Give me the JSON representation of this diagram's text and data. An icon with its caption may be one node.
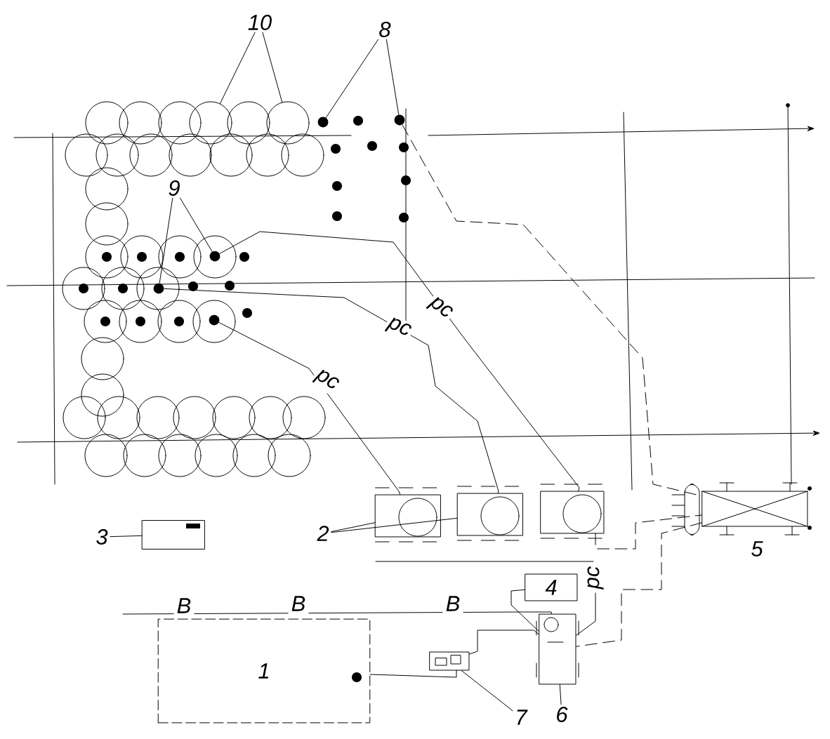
{
  "diagram": {
    "nodes": [
      {
        "text": [
          "10"
        ]
      },
      {
        "text": [],
        "shape": "circle"
      },
      {
        "text": [],
        "shape": "circle"
      },
      {
        "text": [
          "8"
        ]
      },
      {
        "text": [],
        "shape": "circle"
      },
      {
        "text": [],
        "shape": "circle"
      },
      {
        "text": [
          "9"
        ]
      },
      {
        "text": [],
        "shape": "circle"
      },
      {
        "text": [],
        "shape": "circle"
      },
      {
        "text": [],
        "shape": "circle"
      },
      {
        "text": [
          "2"
        ]
      },
      {
        "text": [],
        "shape": "box"
      },
      {
        "text": [],
        "shape": "box"
      },
      {
        "text": [],
        "shape": "box"
      },
      {
        "text": [
          "3"
        ]
      },
      {
        "text": [],
        "shape": "box"
      },
      {
        "text": [],
        "shape": "box",
        "beside": [
          "5"
        ]
      },
      {
        "text": [
          "4"
        ]
      },
      {
        "text": [
          "1"
        ]
      },
      {
        "text": [],
        "shape": "box"
      },
      {
        "text": [
          "6"
        ]
      },
      {
        "text": [],
        "shape": "box"
      },
      {
        "text": [
          "7"
        ]
      }
    ],
    "edges": [
      {
        "from": 0,
        "to": 1,
        "arrow": "none"
      },
      {
        "from": 0,
        "to": 2,
        "arrow": "none"
      },
      {
        "from": 3,
        "to": 4,
        "arrow": "none"
      },
      {
        "from": 3,
        "to": 5,
        "arrow": "none"
      },
      {
        "from": 6,
        "to": 7,
        "arrow": "none"
      },
      {
        "from": 6,
        "to": 8,
        "arrow": "none"
      },
      {
        "from": 10,
        "to": 11,
        "arrow": "none"
      },
      {
        "from": 10,
        "to": 12,
        "arrow": "none"
      },
      {
        "from": 14,
        "to": 15,
        "arrow": "none"
      },
      {
        "from": 20,
        "to": 19,
        "arrow": "none"
      },
      {
        "from": 22,
        "to": 21,
        "arrow": "none"
      },
      {
        "from": 7,
        "to": 13,
        "arrow": "none",
        "label": "рс"
      },
      {
        "from": 8,
        "to": 12,
        "arrow": "none",
        "label": "рс"
      },
      {
        "from": 9,
        "to": 11,
        "arrow": "none",
        "label": "рс"
      },
      {
        "from": 5,
        "to": 16,
        "arrow": "none",
        "style": "dashed"
      },
      {
        "from": 13,
        "to": 16,
        "arrow": "none",
        "style": "dashed"
      },
      {
        "from": 16,
        "to": 19,
        "arrow": "none",
        "style": "dashed"
      },
      {
        "from": 18,
        "to": 21,
        "arrow": "none"
      },
      {
        "from": 21,
        "to": 19,
        "arrow": "none"
      },
      {
        "from": 17,
        "to": 19,
        "arrow": "none"
      },
      {
        "from": 19,
        "to": null,
        "arrow": "none",
        "label": "рс"
      },
      {
        "from": null,
        "to": 19,
        "arrow": "none"
      }
    ],
    "labels": [
      "В",
      "В",
      "В"
    ]
  }
}
